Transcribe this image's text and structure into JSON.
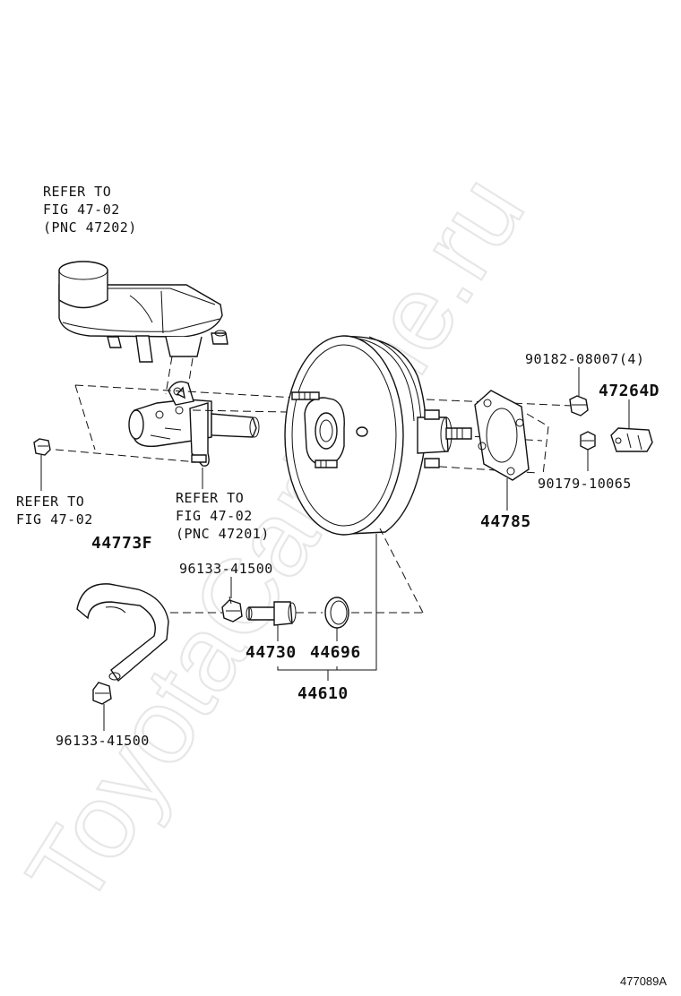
{
  "watermark": "ToyotaCarMine.ru",
  "figure_id": "477089A",
  "labels": {
    "refer_reservoir": [
      "REFER TO",
      "FIG 47-02",
      "(PNC 47202)"
    ],
    "refer_nut": [
      "REFER TO",
      "FIG 47-02"
    ],
    "refer_cylinder": [
      "REFER TO",
      "FIG 47-02",
      "(PNC 47201)"
    ],
    "nut_upper": "90182-08007(4)",
    "bracket": "47264D",
    "nut_lower": "90179-10065",
    "gasket": "44785",
    "hose": "44773F",
    "clip_upper": "96133-41500",
    "clip_lower": "96133-41500",
    "check_valve": "44730",
    "grommet": "44696",
    "booster_assy": "44610"
  }
}
